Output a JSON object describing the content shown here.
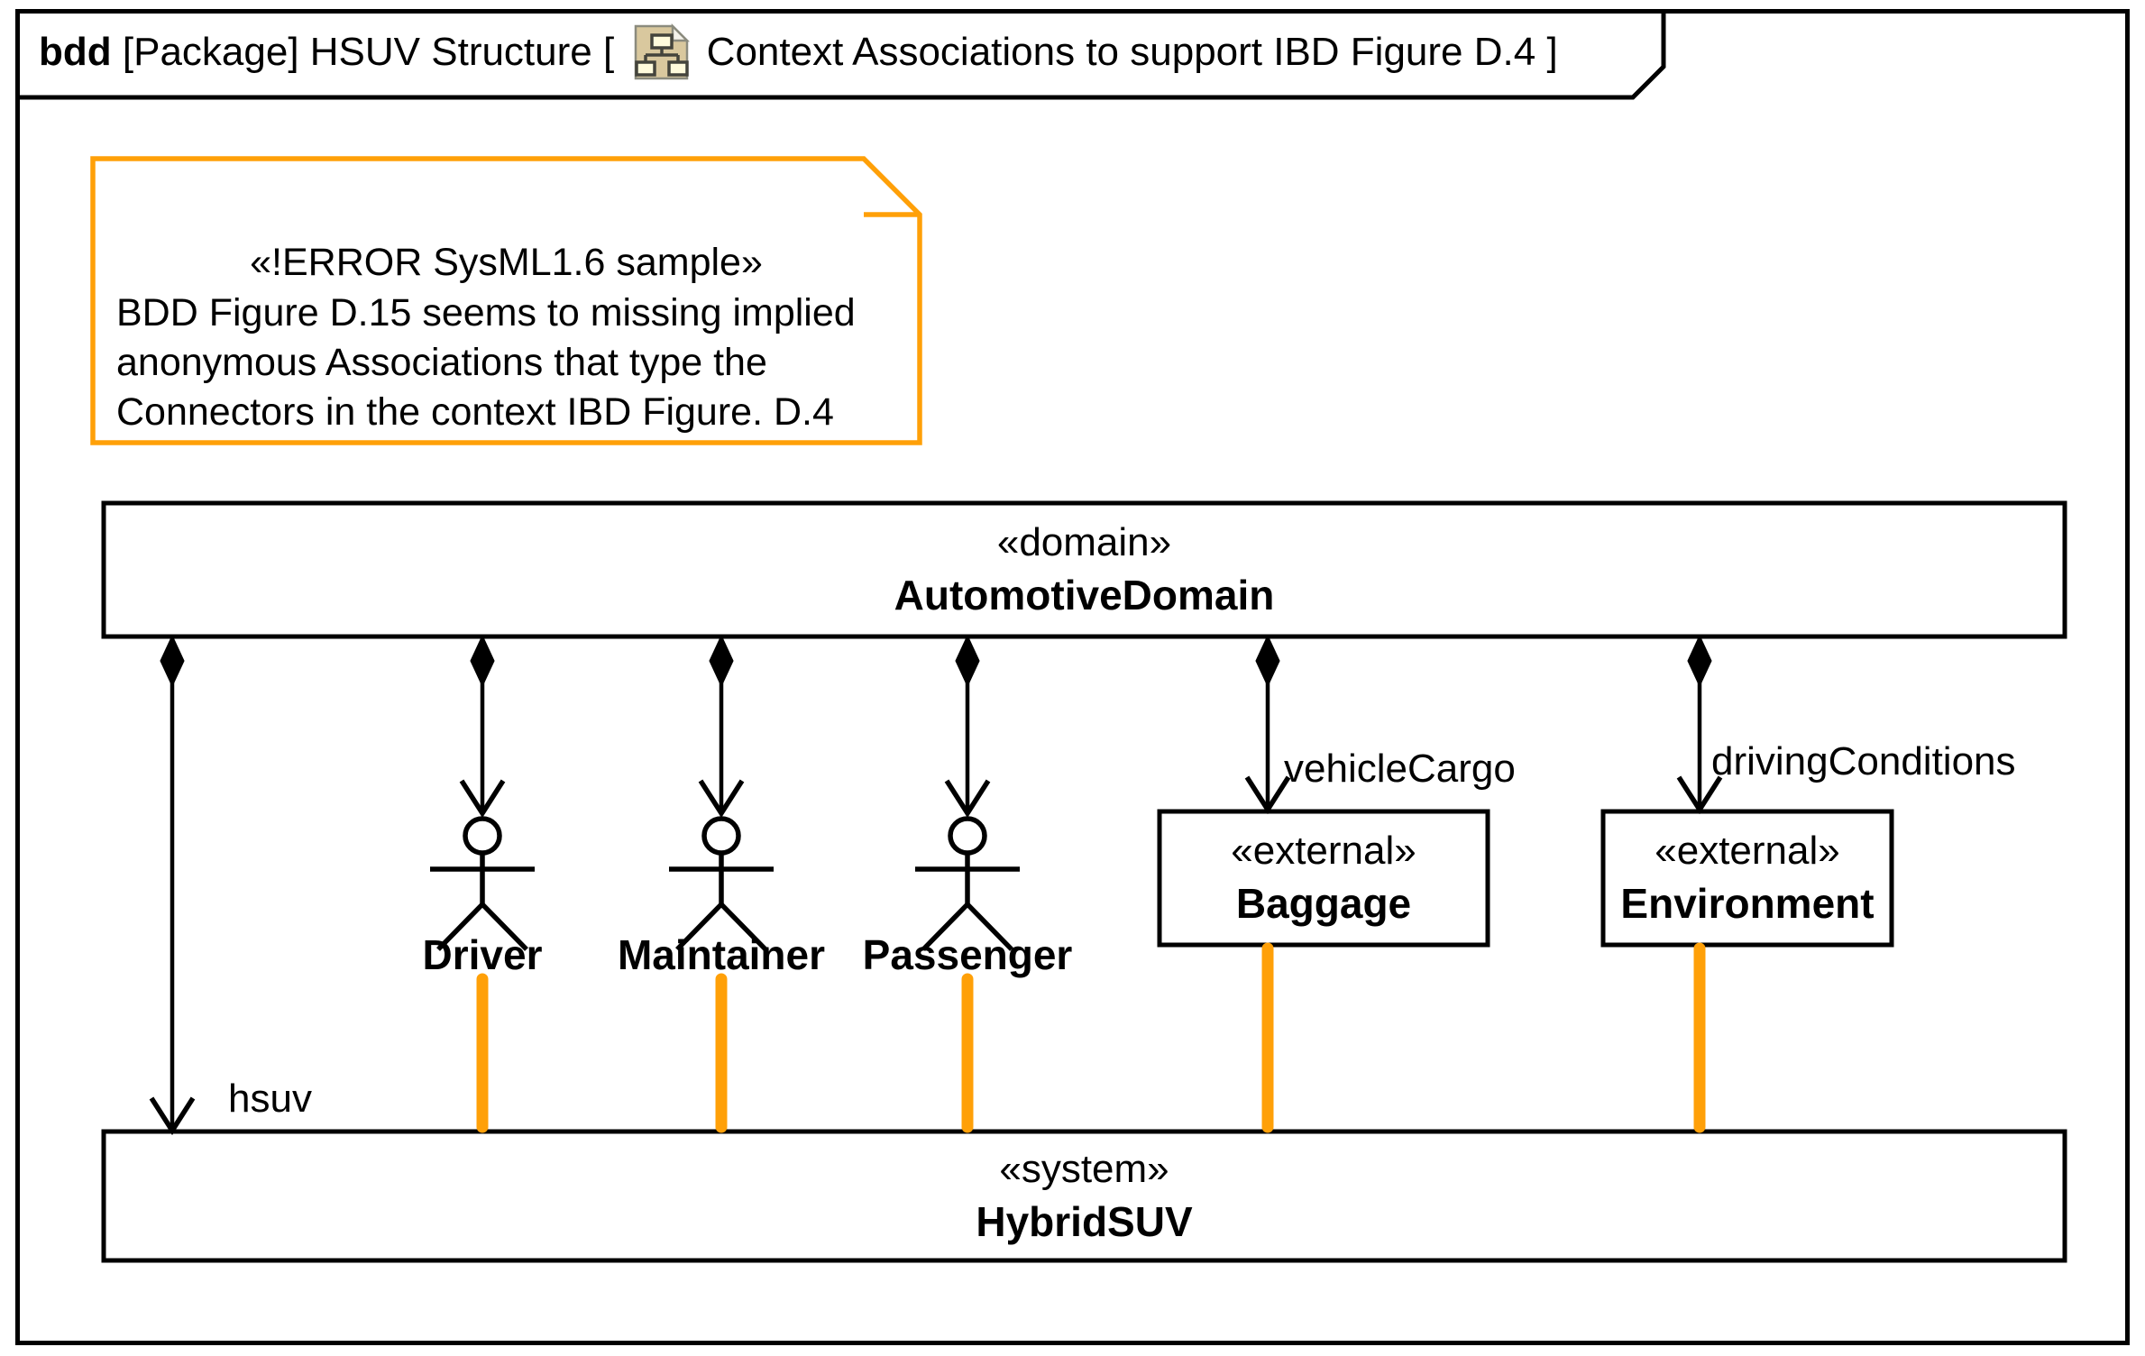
{
  "diagram_frame": {
    "title_keyword": "bdd",
    "title_before_icon": " [Package] HSUV Structure [ ",
    "title_after_icon": " Context Associations to support IBD Figure D.4 ]"
  },
  "note": {
    "stereotype_line": "«!ERROR SysML1.6 sample»",
    "body_lines": [
      "BDD Figure D.15 seems to missing implied",
      "anonymous Associations that type the",
      "Connectors in the context IBD Figure. D.4"
    ]
  },
  "blocks": {
    "automotive_domain": {
      "stereotype": "«domain»",
      "name": "AutomotiveDomain"
    },
    "baggage": {
      "stereotype": "«external»",
      "name": "Baggage"
    },
    "environment": {
      "stereotype": "«external»",
      "name": "Environment"
    },
    "hybrid_suv": {
      "stereotype": "«system»",
      "name": "HybridSUV"
    }
  },
  "actors": [
    {
      "label": "Driver"
    },
    {
      "label": "Maintainer"
    },
    {
      "label": "Passenger"
    }
  ],
  "edge_labels": {
    "hsuv": "hsuv",
    "vehicle_cargo": "vehicleCargo",
    "driving_conditions": "drivingConditions"
  },
  "colors": {
    "association_orange": "#FFA008",
    "note_border_orange": "#FFA008",
    "line_black": "#000000",
    "icon_page_tan": "#D9C89E"
  }
}
